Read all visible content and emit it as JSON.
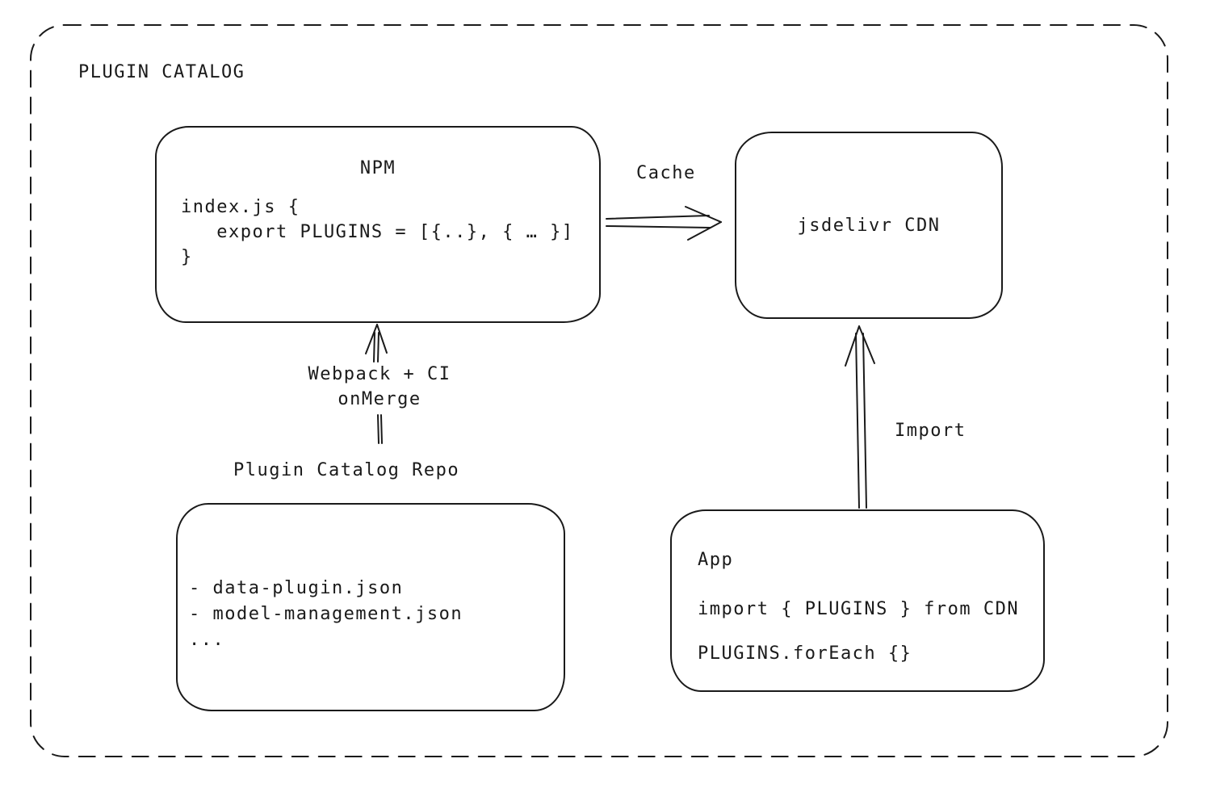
{
  "frame": {
    "title": "PLUGIN CATALOG"
  },
  "npm": {
    "title": "NPM",
    "code_lines": [
      "index.js {",
      "   export PLUGINS = [{..}, { … }]",
      "}"
    ]
  },
  "cdn": {
    "label": "jsdelivr CDN"
  },
  "arrows": {
    "cache_label": "Cache",
    "webpack_label_line1": "Webpack + CI",
    "webpack_label_line2": "onMerge",
    "import_label": "Import"
  },
  "repo": {
    "heading": "Plugin Catalog Repo",
    "items": [
      "- data-plugin.json",
      "- model-management.json",
      "..."
    ]
  },
  "app": {
    "title": "App",
    "lines": [
      "import { PLUGINS } from CDN",
      "PLUGINS.forEach {}"
    ]
  },
  "colors": {
    "ink": "#1a1a1a",
    "background": "#ffffff"
  }
}
